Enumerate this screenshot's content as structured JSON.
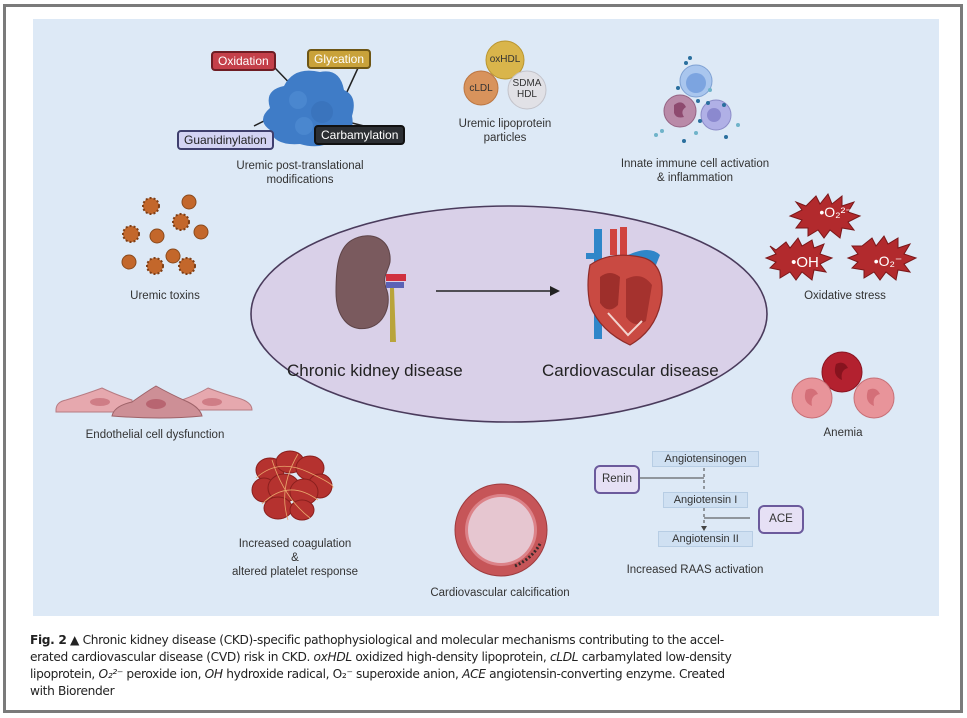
{
  "figure": {
    "center": {
      "left_label": "Chronic kidney disease",
      "right_label": "Cardiovascular disease"
    },
    "ptm": {
      "tags": {
        "oxidation": "Oxidation",
        "glycation": "Glycation",
        "guanidinylation": "Guanidinylation",
        "carbamylation": "Carbamylation"
      },
      "label_line1": "Uremic post-translational",
      "label_line2": "modifications"
    },
    "lipoprotein": {
      "particles": {
        "oxhdl": "oxHDL",
        "cldl": "cLDL",
        "sdma_line1": "SDMA",
        "sdma_line2": "HDL"
      },
      "label_line1": "Uremic lipoprotein",
      "label_line2": "particles"
    },
    "immune": {
      "label_line1": "Innate immune cell activation",
      "label_line2": "& inflammation"
    },
    "oxidative": {
      "species": {
        "peroxide": "•O₂²⁻",
        "hydroxide": "•OH",
        "superoxide": "•O₂⁻"
      },
      "label": "Oxidative stress"
    },
    "toxins": {
      "label": "Uremic toxins"
    },
    "endothelial": {
      "label": "Endothelial cell dysfunction"
    },
    "anemia": {
      "label": "Anemia"
    },
    "coagulation": {
      "label_line1": "Increased coagulation",
      "label_line2": "&",
      "label_line3": "altered platelet response"
    },
    "calcification": {
      "label": "Cardiovascular calcification"
    },
    "raas": {
      "angiotensinogen": "Angiotensinogen",
      "angiotensin1": "Angiotensin I",
      "angiotensin2": "Angiotensin II",
      "renin": "Renin",
      "ace": "ACE",
      "label": "Increased RAAS activation"
    }
  },
  "caption": {
    "fig_label": "Fig. 2",
    "marker": "▲",
    "text_1": " Chronic kidney disease (CKD)-specific pathophysiological and molecular mechanisms contributing to the accel-erated cardiovascular disease (CVD) risk in CKD. ",
    "abbr_oxhdl": "oxHDL",
    "def_oxhdl": " oxidized high-density lipoprotein, ",
    "abbr_cldl": "cLDL",
    "def_cldl": " carbamylated low-density lipoprotein, ",
    "abbr_o22": "O₂²⁻",
    "def_o22": " peroxide ion, ",
    "abbr_oh": "OH",
    "def_oh": " hydroxide radical, O₂⁻ superoxide anion, ",
    "abbr_ace": "ACE",
    "def_ace": " angiotensin-converting enzyme. Created with Biorender"
  }
}
